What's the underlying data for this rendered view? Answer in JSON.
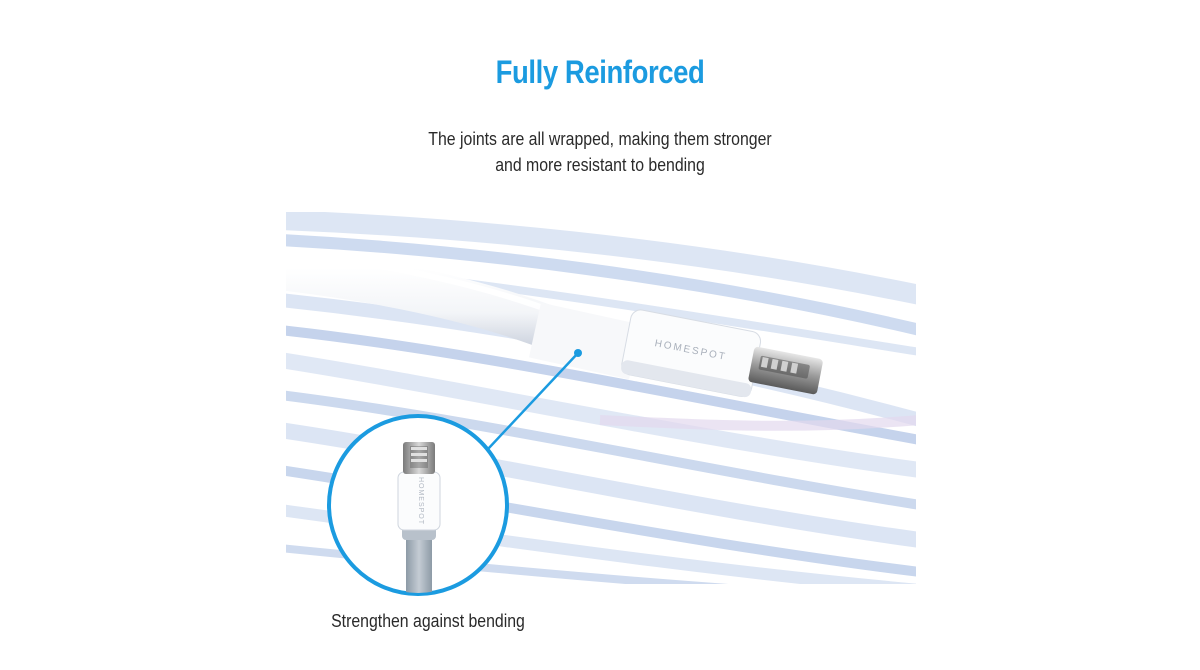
{
  "header": {
    "title": "Fully Reinforced",
    "description_line1": "The joints are all wrapped, making them stronger",
    "description_line2": "and more resistant to bending"
  },
  "product": {
    "brand_text": "HOMESPOT",
    "accent_color": "#1b9be0"
  },
  "callout": {
    "caption": "Strengthen against bending"
  }
}
